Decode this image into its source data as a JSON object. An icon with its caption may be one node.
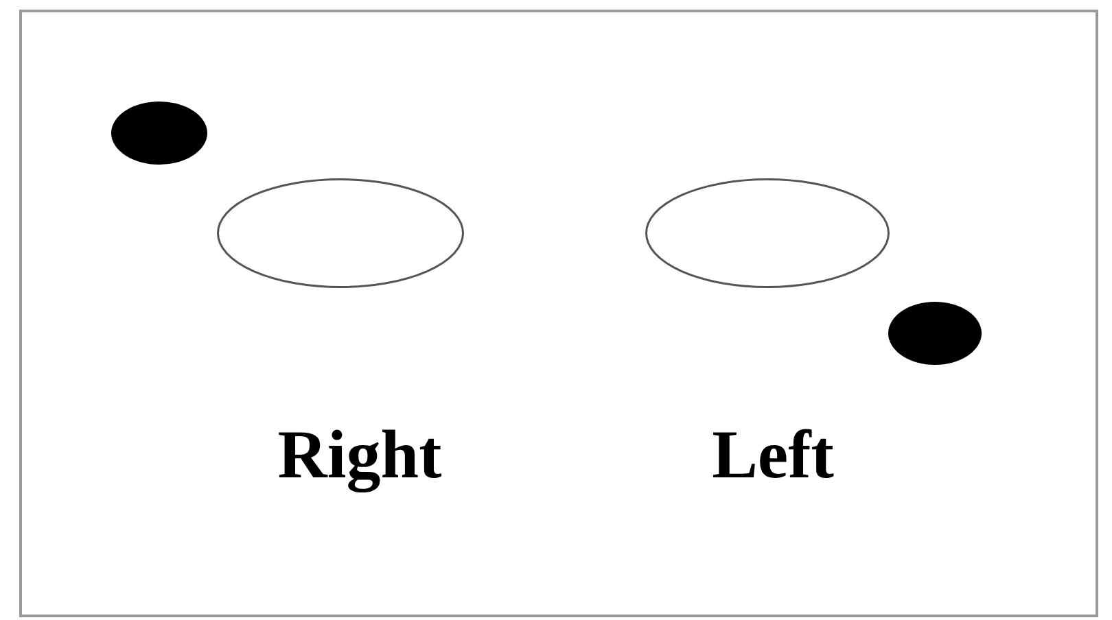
{
  "diagram": {
    "nodes": [
      {
        "text": [],
        "shape": "dot"
      },
      {
        "text": [],
        "shape": "ellipse"
      },
      {
        "text": [],
        "shape": "ellipse"
      },
      {
        "text": [],
        "shape": "dot"
      }
    ],
    "labels": [
      "Right",
      "Left"
    ]
  }
}
